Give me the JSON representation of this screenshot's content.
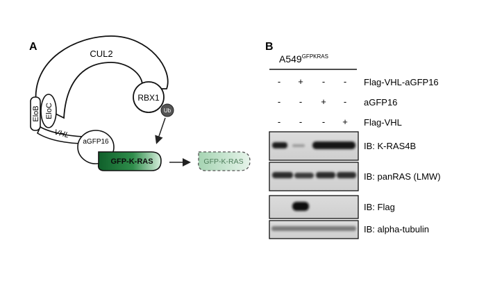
{
  "panel_a": {
    "label": "A",
    "cul2_label": "CUL2",
    "rbx1_label": "RBX1",
    "ub_label": "Ub",
    "elob_label": "EloB",
    "eloc_label": "EloC",
    "vhl_label": "VHL",
    "agfp16_label": "aGFP16",
    "gfp_kras_label": "GFP-K-RAS",
    "gfp_kras_degraded_label": "GFP-K-RAS",
    "colors": {
      "gfp_green": "#1f7a3a",
      "gfp_light": "#b9dcc4",
      "ub_fill": "#555555"
    }
  },
  "panel_b": {
    "label": "B",
    "cell_line": "A549",
    "cell_line_superscript": "GFPKRAS",
    "lane_rows": [
      {
        "name": "Flag-VHL-aGFP16",
        "signs": [
          "-",
          "+",
          "-",
          "-"
        ]
      },
      {
        "name": "aGFP16",
        "signs": [
          "-",
          "-",
          "+",
          "-"
        ]
      },
      {
        "name": "Flag-VHL",
        "signs": [
          "-",
          "-",
          "-",
          "+"
        ]
      }
    ],
    "blots": [
      {
        "label": "IB: K-RAS4B"
      },
      {
        "label": "IB: panRAS (LMW)"
      },
      {
        "label": "IB: Flag"
      },
      {
        "label": "IB: alpha-tubulin"
      }
    ]
  }
}
